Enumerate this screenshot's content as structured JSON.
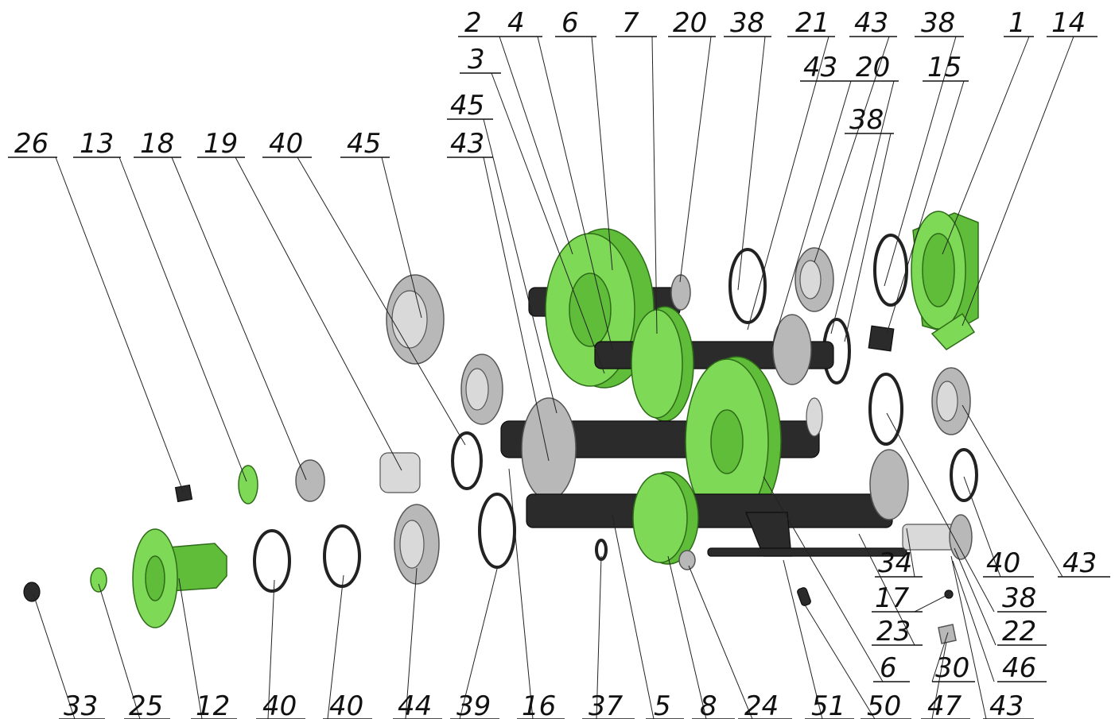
{
  "callouts": {
    "top_row": [
      "2",
      "4",
      "6",
      "7",
      "20",
      "38",
      "21",
      "43",
      "38",
      "1",
      "14"
    ],
    "second_row": [
      "3",
      "43",
      "20",
      "15"
    ],
    "third_row": [
      "45",
      "38"
    ],
    "fourth_row": [
      "43"
    ],
    "left_row": [
      "26",
      "13",
      "18",
      "19",
      "40",
      "45"
    ],
    "bottom_row": [
      "33",
      "25",
      "12",
      "40",
      "40",
      "44",
      "39",
      "16",
      "37",
      "5",
      "8",
      "24",
      "51",
      "50",
      "47",
      "43"
    ],
    "right_column": [
      "34",
      "40",
      "43",
      "17",
      "38",
      "23",
      "22",
      "6",
      "46",
      "30"
    ]
  },
  "colors": {
    "green_part": "#7ed957",
    "dark_part": "#2b2b2b",
    "bearing": "#b8b8b8"
  }
}
